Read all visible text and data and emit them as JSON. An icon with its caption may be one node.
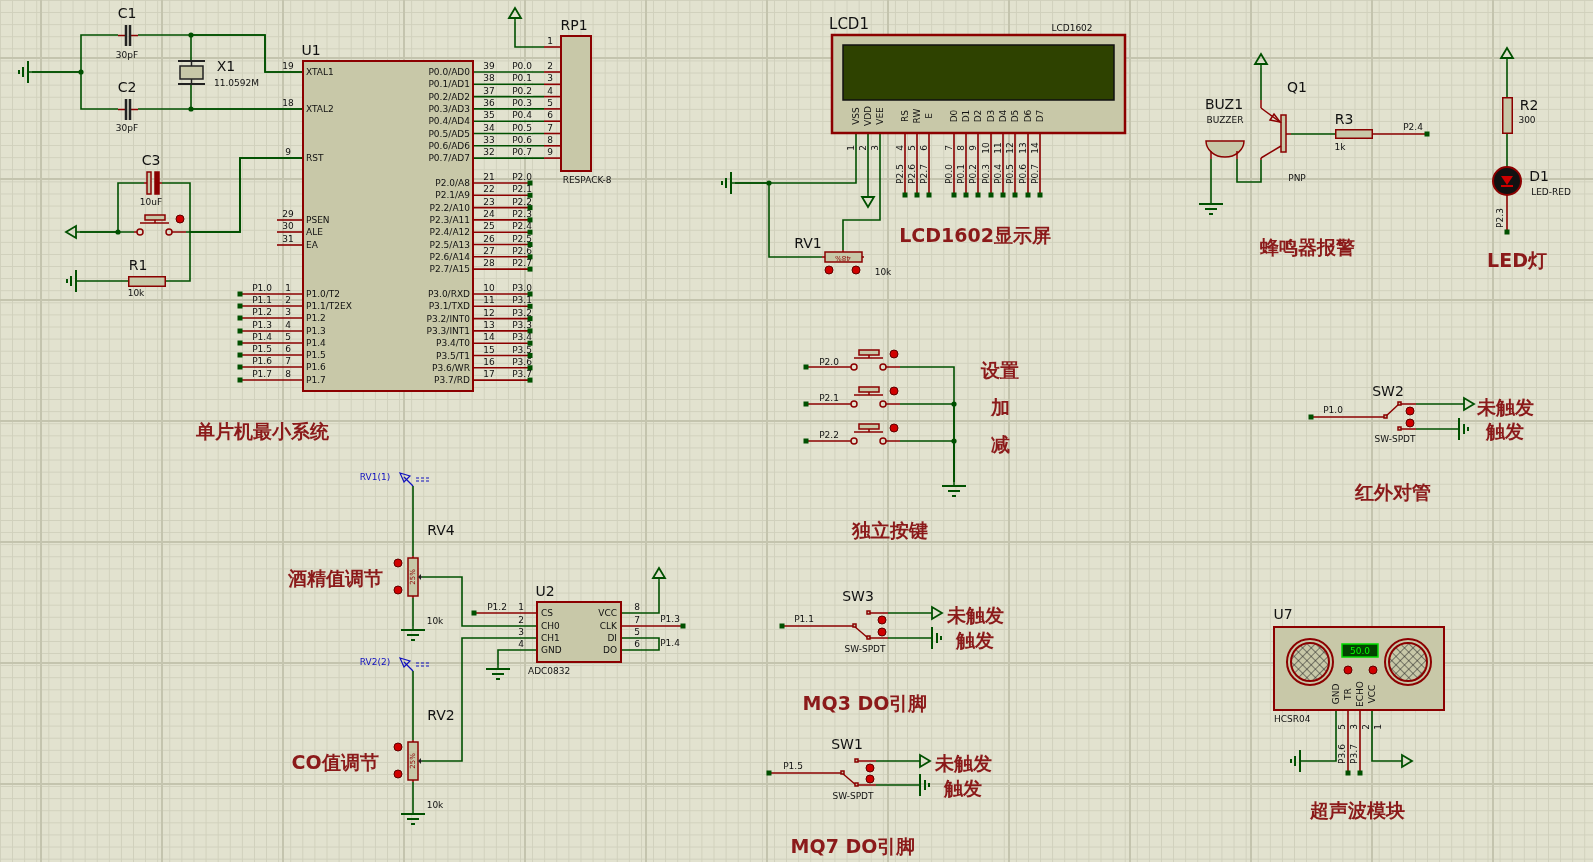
{
  "diagram": {
    "nodes": [
      {
        "text": [
          "C1",
          "30pF"
        ]
      },
      {
        "text": [
          "C2",
          "30pF"
        ]
      },
      {
        "text": [
          "X1",
          "11.0592M"
        ]
      },
      {
        "text": [],
        "shape": "ground"
      },
      {
        "text": [
          "U1",
          "XTAL1",
          "XTAL2",
          "RST",
          "PSEN",
          "ALE",
          "EA",
          "P1.0/T2",
          "P1.1/T2EX",
          "P1.2",
          "P1.3",
          "P1.4",
          "P1.5",
          "P1.6",
          "P1.7",
          "P0.0/AD0",
          "P0.1/AD1",
          "P0.2/AD2",
          "P0.3/AD3",
          "P0.4/AD4",
          "P0.5/AD5",
          "P0.6/AD6",
          "P0.7/AD7",
          "P2.0/A8",
          "P2.1/A9",
          "P2.2/A10",
          "P2.3/A11",
          "P2.4/A12",
          "P2.5/A13",
          "P2.6/A14",
          "P2.7/A15",
          "P3.0/RXD",
          "P3.1/TXD",
          "P3.2/INT0",
          "P3.3/INT1",
          "P3.4/T0",
          "P3.5/T1",
          "P3.6/WR",
          "P3.7/RD"
        ],
        "beside": [
          "19",
          "18",
          "9",
          "29",
          "30",
          "31",
          "1",
          "2",
          "3",
          "4",
          "5",
          "6",
          "7",
          "8",
          "39",
          "38",
          "37",
          "36",
          "35",
          "34",
          "33",
          "32",
          "21",
          "22",
          "23",
          "24",
          "25",
          "26",
          "27",
          "28",
          "10",
          "11",
          "12",
          "13",
          "14",
          "15",
          "16",
          "17",
          "P2.0",
          "P2.1",
          "P2.2",
          "P2.3",
          "P2.4",
          "P2.5",
          "P2.6",
          "P2.7",
          "P3.0",
          "P3.1",
          "P3.2",
          "P3.3",
          "P3.4",
          "P3.5",
          "P3.6",
          "P3.7",
          "P1.0",
          "P1.1",
          "P1.2",
          "P1.3",
          "P1.4",
          "P1.5",
          "P1.6",
          "P1.7"
        ]
      },
      {
        "text": [
          "C3",
          "10uF"
        ]
      },
      {
        "text": [],
        "shape": "switch"
      },
      {
        "text": [],
        "shape": "terminal"
      },
      {
        "text": [
          "R1",
          "10k"
        ]
      },
      {
        "text": [],
        "shape": "ground"
      },
      {
        "text": [
          "RP1",
          "1",
          "2",
          "3",
          "4",
          "5",
          "6",
          "7",
          "8",
          "9",
          "RESPACK-8"
        ]
      },
      {
        "text": [],
        "shape": "terminal"
      },
      {
        "text": [
          "LCD1",
          "LCD1602",
          "VSS",
          "VDD",
          "VEE",
          "RS",
          "RW",
          "E",
          "D0",
          "D1",
          "D2",
          "D3",
          "D4",
          "D5",
          "D6",
          "D7"
        ],
        "beside": [
          "1",
          "2",
          "3",
          "4",
          "5",
          "6",
          "7",
          "8",
          "9",
          "10",
          "11",
          "12",
          "13",
          "14",
          "P2.5",
          "P2.6",
          "P2.7",
          "P0.0",
          "P0.1",
          "P0.2",
          "P0.3",
          "P0.4",
          "P0.5",
          "P0.6",
          "P0.7"
        ]
      },
      {
        "text": [],
        "shape": "ground"
      },
      {
        "text": [],
        "shape": "terminal"
      },
      {
        "text": [
          "RV1",
          "48%",
          "10k"
        ]
      },
      {
        "text": [
          "Q1",
          "PNP"
        ]
      },
      {
        "text": [
          "BUZ1",
          "BUZZER"
        ]
      },
      {
        "text": [],
        "shape": "ground"
      },
      {
        "text": [],
        "shape": "terminal"
      },
      {
        "text": [
          "R3",
          "1k"
        ],
        "beside": [
          "P2.4"
        ]
      },
      {
        "text": [
          "R2",
          "300"
        ]
      },
      {
        "text": [],
        "shape": "terminal"
      },
      {
        "text": [
          "D1",
          "LED-RED"
        ],
        "beside": [
          "P2.3"
        ]
      },
      {
        "text": [
          "SW2",
          "SW-SPDT"
        ],
        "beside": [
          "P1.0"
        ]
      },
      {
        "text": [],
        "shape": "terminal"
      },
      {
        "text": [],
        "shape": "ground"
      },
      {
        "text": [
          "RV1(1)"
        ]
      },
      {
        "text": [
          "RV4",
          "25%",
          "10k"
        ]
      },
      {
        "text": [],
        "shape": "ground"
      },
      {
        "text": [
          "U2",
          "CS",
          "CH0",
          "CH1",
          "GND",
          "VCC",
          "CLK",
          "DI",
          "DO",
          "ADC0832"
        ],
        "beside": [
          "1",
          "2",
          "3",
          "4",
          "8",
          "7",
          "5",
          "6",
          "P1.2",
          "P1.3",
          "P1.4"
        ]
      },
      {
        "text": [],
        "shape": "terminal"
      },
      {
        "text": [],
        "shape": "ground"
      },
      {
        "text": [
          "RV2(2)"
        ]
      },
      {
        "text": [
          "RV2",
          "25%",
          "10k"
        ]
      },
      {
        "text": [],
        "shape": "ground"
      },
      {
        "text": [],
        "shape": "switch",
        "beside": [
          "P2.0"
        ]
      },
      {
        "text": [],
        "shape": "switch",
        "beside": [
          "P2.1"
        ]
      },
      {
        "text": [],
        "shape": "switch",
        "beside": [
          "P2.2"
        ]
      },
      {
        "text": [],
        "shape": "ground"
      },
      {
        "text": [
          "SW3",
          "SW-SPDT"
        ],
        "beside": [
          "P1.1"
        ]
      },
      {
        "text": [],
        "shape": "terminal"
      },
      {
        "text": [],
        "shape": "ground"
      },
      {
        "text": [
          "SW1",
          "SW-SPDT"
        ],
        "beside": [
          "P1.5"
        ]
      },
      {
        "text": [],
        "shape": "terminal"
      },
      {
        "text": [],
        "shape": "ground"
      },
      {
        "text": [
          "U7",
          "50.0",
          "GND",
          "TR",
          "ECHO",
          "VCC",
          "HCSR04"
        ],
        "beside": [
          "5",
          "3",
          "2",
          "1",
          "P3.6",
          "P3.7"
        ]
      },
      {
        "text": [],
        "shape": "ground"
      },
      {
        "text": [],
        "shape": "terminal"
      }
    ],
    "edges": [
      {
        "from": 3,
        "to": 0,
        "arrow": "none"
      },
      {
        "from": 3,
        "to": 1,
        "arrow": "none"
      },
      {
        "from": 0,
        "to": 4,
        "arrow": "none"
      },
      {
        "from": 2,
        "to": 4,
        "arrow": "none"
      },
      {
        "from": 1,
        "to": 4,
        "arrow": "none"
      },
      {
        "from": 2,
        "to": 4,
        "arrow": "none"
      },
      {
        "from": 7,
        "to": 5,
        "arrow": "none"
      },
      {
        "from": 7,
        "to": 6,
        "arrow": "none"
      },
      {
        "from": 5,
        "to": 4,
        "arrow": "none"
      },
      {
        "from": 6,
        "to": 4,
        "arrow": "none"
      },
      {
        "from": 9,
        "to": 8,
        "arrow": "none"
      },
      {
        "from": 8,
        "to": 4,
        "arrow": "none"
      },
      {
        "from": 11,
        "to": 10,
        "arrow": "none"
      },
      {
        "from": 4,
        "to": 10,
        "arrow": "none",
        "label": "P0.0"
      },
      {
        "from": 4,
        "to": 10,
        "arrow": "none",
        "label": "P0.1"
      },
      {
        "from": 4,
        "to": 10,
        "arrow": "none",
        "label": "P0.2"
      },
      {
        "from": 4,
        "to": 10,
        "arrow": "none",
        "label": "P0.3"
      },
      {
        "from": 4,
        "to": 10,
        "arrow": "none",
        "label": "P0.4"
      },
      {
        "from": 4,
        "to": 10,
        "arrow": "none",
        "label": "P0.5"
      },
      {
        "from": 4,
        "to": 10,
        "arrow": "none",
        "label": "P0.6"
      },
      {
        "from": 4,
        "to": 10,
        "arrow": "none",
        "label": "P0.7"
      },
      {
        "from": 13,
        "to": 12,
        "arrow": "none"
      },
      {
        "from": 13,
        "to": 15,
        "arrow": "none"
      },
      {
        "from": 14,
        "to": 12,
        "arrow": "none"
      },
      {
        "from": 12,
        "to": 15,
        "arrow": "none"
      },
      {
        "from": 19,
        "to": 16,
        "arrow": "none"
      },
      {
        "from": 16,
        "to": 17,
        "arrow": "none"
      },
      {
        "from": 18,
        "to": 17,
        "arrow": "none"
      },
      {
        "from": 16,
        "to": 20,
        "arrow": "none"
      },
      {
        "from": 22,
        "to": 21,
        "arrow": "none"
      },
      {
        "from": 21,
        "to": 23,
        "arrow": "none"
      },
      {
        "from": 24,
        "to": 25,
        "arrow": "none"
      },
      {
        "from": 24,
        "to": 26,
        "arrow": "none"
      },
      {
        "from": 27,
        "to": 28,
        "arrow": "none"
      },
      {
        "from": 28,
        "to": 29,
        "arrow": "none"
      },
      {
        "from": 28,
        "to": 30,
        "arrow": "none"
      },
      {
        "from": 31,
        "to": 30,
        "arrow": "none"
      },
      {
        "from": 32,
        "to": 30,
        "arrow": "none"
      },
      {
        "from": 33,
        "to": 34,
        "arrow": "none"
      },
      {
        "from": 34,
        "to": 35,
        "arrow": "none"
      },
      {
        "from": 34,
        "to": 30,
        "arrow": "none"
      },
      {
        "from": 30,
        "to": 30,
        "arrow": "none"
      },
      {
        "from": 36,
        "to": 39,
        "arrow": "none"
      },
      {
        "from": 37,
        "to": 39,
        "arrow": "none"
      },
      {
        "from": 38,
        "to": 39,
        "arrow": "none"
      },
      {
        "from": 40,
        "to": 41,
        "arrow": "none"
      },
      {
        "from": 40,
        "to": 42,
        "arrow": "none"
      },
      {
        "from": 43,
        "to": 44,
        "arrow": "none"
      },
      {
        "from": 43,
        "to": 45,
        "arrow": "none"
      },
      {
        "from": 46,
        "to": 47,
        "arrow": "none"
      },
      {
        "from": 46,
        "to": 48,
        "arrow": "none"
      }
    ],
    "labels": [
      "单片机最小系统",
      "LCD1602显示屏",
      "蜂鸣器报警",
      "LED灯",
      "设置",
      "加",
      "减",
      "未触发",
      "触发",
      "红外对管",
      "酒精值调节",
      "CO值调节",
      "独立按键",
      "未触发",
      "触发",
      "MQ3 DO引脚",
      "未触发",
      "触发",
      "MQ7 DO引脚",
      "超声波模块"
    ]
  }
}
